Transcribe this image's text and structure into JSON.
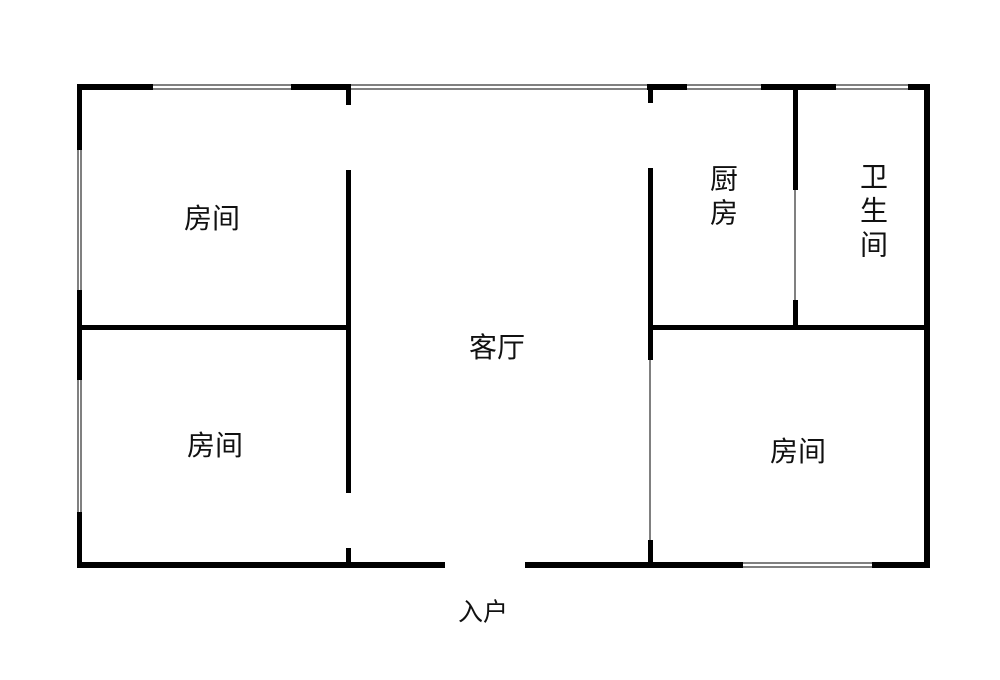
{
  "rooms": {
    "bedroom_top_left": "房间",
    "bedroom_bottom_left": "房间",
    "living_room": "客厅",
    "kitchen": "厨房",
    "bathroom": "卫生间",
    "bedroom_right": "房间"
  },
  "entrance": "入户",
  "colors": {
    "wall": "#000000",
    "background": "#ffffff"
  }
}
